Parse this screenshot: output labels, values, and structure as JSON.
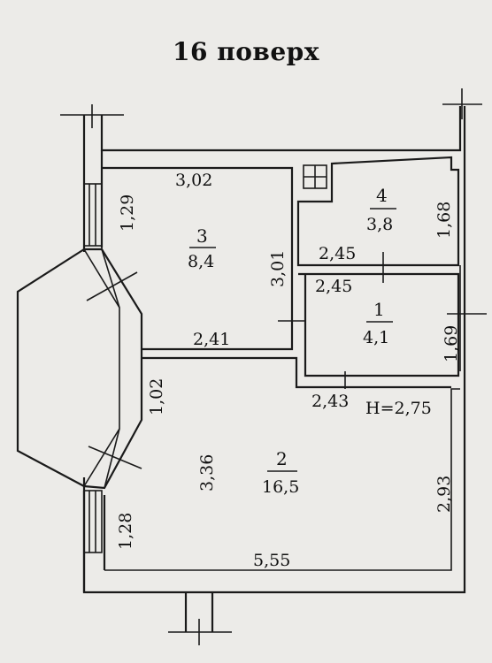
{
  "floor_title": "16 поверх",
  "ceiling_height": "H=2,75",
  "rooms": [
    {
      "number": "1",
      "area": "4,1"
    },
    {
      "number": "2",
      "area": "16,5"
    },
    {
      "number": "3",
      "area": "8,4"
    },
    {
      "number": "4",
      "area": "3,8"
    }
  ],
  "dimensions": {
    "room3_top": "3,02",
    "room3_left": "1,29",
    "room3_right": "3,01",
    "room3_bottom": "2,41",
    "room4_right": "1,68",
    "room4_bottom": "2,45",
    "room1_top": "2,45",
    "room1_right": "1,69",
    "room1_bottom": "2,43",
    "room2_bay": "1,02",
    "room2_left": "3,36",
    "room2_right": "2,93",
    "room2_bottom": "5,55",
    "room2_bottom_left": "1,28"
  }
}
